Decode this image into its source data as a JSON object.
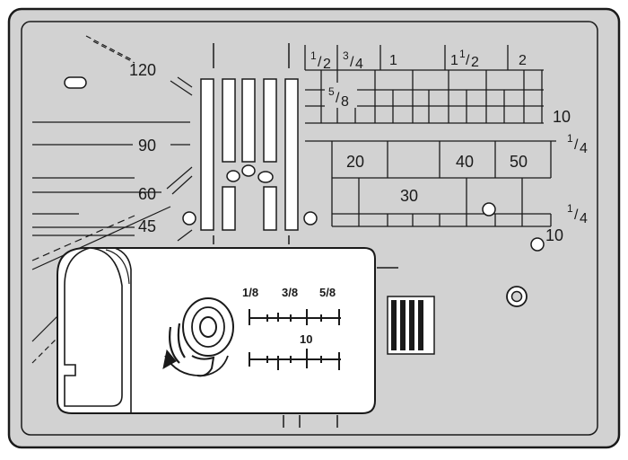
{
  "colors": {
    "plate": "#d2d2d2",
    "outline": "#1a1a1a",
    "cover": "#ffffff"
  },
  "angle_labels": [
    "120",
    "90",
    "60",
    "45"
  ],
  "inch_top": {
    "half": "1",
    "half_den": "2",
    "three_quarter": "3",
    "three_quarter_den": "4",
    "one": "1",
    "one_half_whole": "1",
    "one_half": "1",
    "one_half_den": "2",
    "two": "2"
  },
  "five_eighths": {
    "num": "5",
    "den": "8"
  },
  "right_ten_upper": "10",
  "quarter_upper": {
    "num": "1",
    "den": "4"
  },
  "mm_labels": [
    "20",
    "30",
    "40",
    "50"
  ],
  "quarter_lower": {
    "num": "1",
    "den": "4"
  },
  "right_ten_lower": "10",
  "cover_scale": {
    "labels": [
      "1/8",
      "3/8",
      "5/8"
    ],
    "center": "10"
  }
}
